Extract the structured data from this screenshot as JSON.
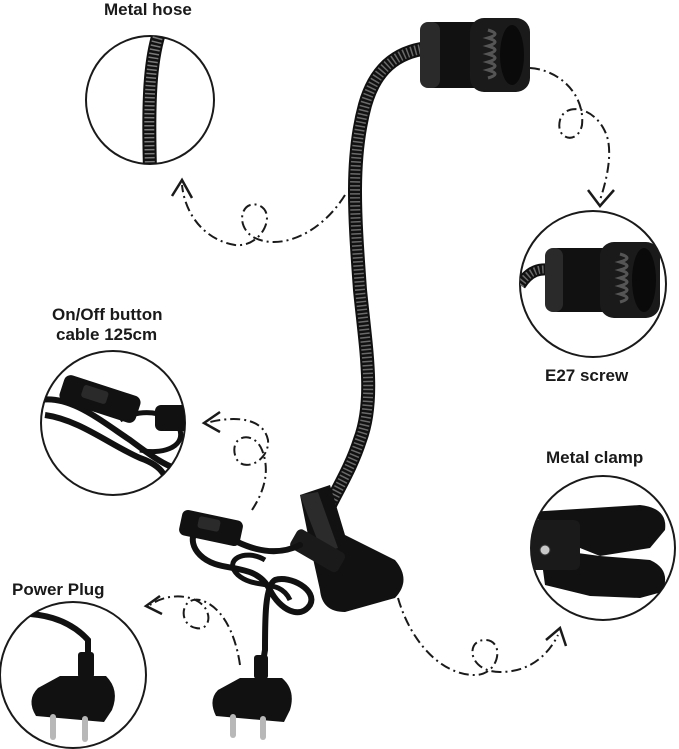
{
  "labels": {
    "metal_hose": "Metal hose",
    "on_off_line1": "On/Off button",
    "on_off_line2": "cable 125cm",
    "e27_screw": "E27 screw",
    "metal_clamp": "Metal clamp",
    "power_plug": "Power Plug"
  },
  "colors": {
    "product": "#111111",
    "hose_stripe": "#555555",
    "circle_stroke": "#1a1a1a",
    "arrow": "#1a1a1a",
    "background": "#ffffff"
  }
}
